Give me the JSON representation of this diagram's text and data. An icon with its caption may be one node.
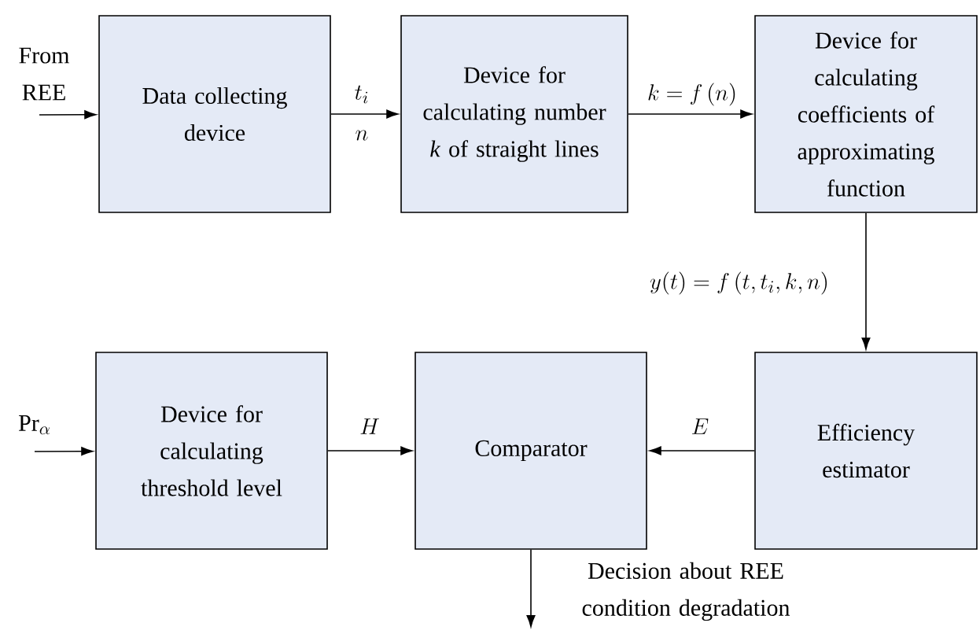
{
  "diagram": {
    "nodes": [
      {
        "text": [
          "Data collecting device"
        ]
      },
      {
        "text": [
          "Device for calculating number *k* of straight lines"
        ]
      },
      {
        "text": [
          "Device for calculating coefficients of approximating function"
        ]
      },
      {
        "text": [
          "Device for calculating threshold level"
        ]
      },
      {
        "text": [
          "Comparator"
        ]
      },
      {
        "text": [
          "Efficiency estimator"
        ]
      }
    ],
    "edges": [
      {
        "from": null,
        "to": 0,
        "arrow": "to",
        "label": "From REE"
      },
      {
        "from": 0,
        "to": 1,
        "arrow": "to",
        "label": "t_i"
      },
      {
        "from": 1,
        "to": 2,
        "arrow": "to",
        "label": "k = f\\,(n)"
      },
      {
        "from": 2,
        "to": 5,
        "arrow": "to",
        "label": "y(t) = f\\,(t, t_i, k, n)"
      },
      {
        "from": null,
        "to": 3,
        "arrow": "to",
        "label": "\\mathrm{Pr}_{\\alpha}"
      },
      {
        "from": 3,
        "to": 4,
        "arrow": "to",
        "label": "H"
      },
      {
        "from": 5,
        "to": 4,
        "arrow": "to",
        "label": "E"
      },
      {
        "from": 4,
        "to": null,
        "arrow": "to",
        "label": "Decision about REE condition degradation"
      }
    ],
    "labels": [
      "n"
    ]
  }
}
